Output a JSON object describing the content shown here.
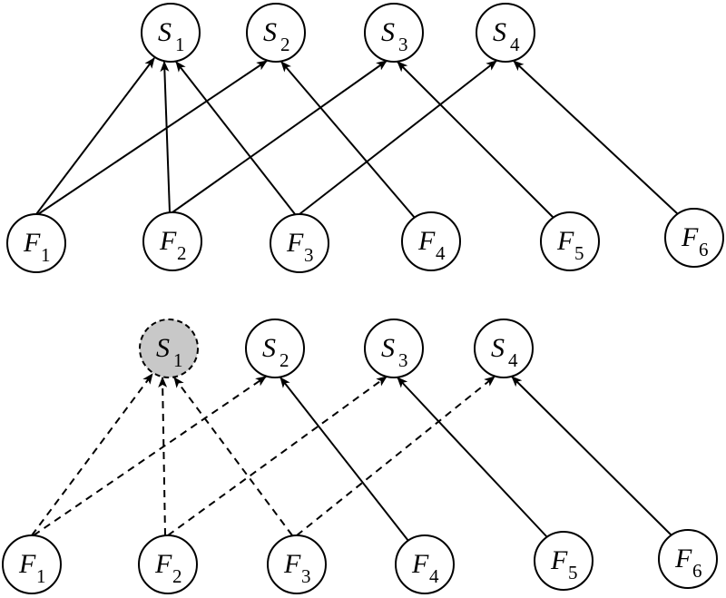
{
  "diagram": {
    "title": "",
    "panels": [
      {
        "id": "top",
        "supers": [
          {
            "id": "S1",
            "letter": "S",
            "sub": "1",
            "failed": false
          },
          {
            "id": "S2",
            "letter": "S",
            "sub": "2",
            "failed": false
          },
          {
            "id": "S3",
            "letter": "S",
            "sub": "3",
            "failed": false
          },
          {
            "id": "S4",
            "letter": "S",
            "sub": "4",
            "failed": false
          }
        ],
        "fogs": [
          {
            "id": "F1",
            "letter": "F",
            "sub": "1"
          },
          {
            "id": "F2",
            "letter": "F",
            "sub": "2"
          },
          {
            "id": "F3",
            "letter": "F",
            "sub": "3"
          },
          {
            "id": "F4",
            "letter": "F",
            "sub": "4"
          },
          {
            "id": "F5",
            "letter": "F",
            "sub": "5"
          },
          {
            "id": "F6",
            "letter": "F",
            "sub": "6"
          }
        ],
        "edges": [
          {
            "from": "F1",
            "to": "S1",
            "style": "solid"
          },
          {
            "from": "F1",
            "to": "S2",
            "style": "solid"
          },
          {
            "from": "F2",
            "to": "S1",
            "style": "solid"
          },
          {
            "from": "F2",
            "to": "S3",
            "style": "solid"
          },
          {
            "from": "F3",
            "to": "S1",
            "style": "solid"
          },
          {
            "from": "F3",
            "to": "S4",
            "style": "solid"
          },
          {
            "from": "F4",
            "to": "S2",
            "style": "solid"
          },
          {
            "from": "F5",
            "to": "S3",
            "style": "solid"
          },
          {
            "from": "F6",
            "to": "S4",
            "style": "solid"
          }
        ]
      },
      {
        "id": "bottom",
        "supers": [
          {
            "id": "S1",
            "letter": "S",
            "sub": "1",
            "failed": true
          },
          {
            "id": "S2",
            "letter": "S",
            "sub": "2",
            "failed": false
          },
          {
            "id": "S3",
            "letter": "S",
            "sub": "3",
            "failed": false
          },
          {
            "id": "S4",
            "letter": "S",
            "sub": "4",
            "failed": false
          }
        ],
        "fogs": [
          {
            "id": "F1",
            "letter": "F",
            "sub": "1"
          },
          {
            "id": "F2",
            "letter": "F",
            "sub": "2"
          },
          {
            "id": "F3",
            "letter": "F",
            "sub": "3"
          },
          {
            "id": "F4",
            "letter": "F",
            "sub": "4"
          },
          {
            "id": "F5",
            "letter": "F",
            "sub": "5"
          },
          {
            "id": "F6",
            "letter": "F",
            "sub": "6"
          }
        ],
        "edges": [
          {
            "from": "F1",
            "to": "S1",
            "style": "dashed"
          },
          {
            "from": "F1",
            "to": "S2",
            "style": "dashed"
          },
          {
            "from": "F2",
            "to": "S1",
            "style": "dashed"
          },
          {
            "from": "F2",
            "to": "S3",
            "style": "dashed"
          },
          {
            "from": "F3",
            "to": "S1",
            "style": "dashed"
          },
          {
            "from": "F3",
            "to": "S4",
            "style": "dashed"
          },
          {
            "from": "F4",
            "to": "S2",
            "style": "solid"
          },
          {
            "from": "F5",
            "to": "S3",
            "style": "solid"
          },
          {
            "from": "F6",
            "to": "S4",
            "style": "solid"
          }
        ]
      }
    ],
    "colors": {
      "failed_fill": "#c8c8c8",
      "stroke": "#000000"
    }
  }
}
